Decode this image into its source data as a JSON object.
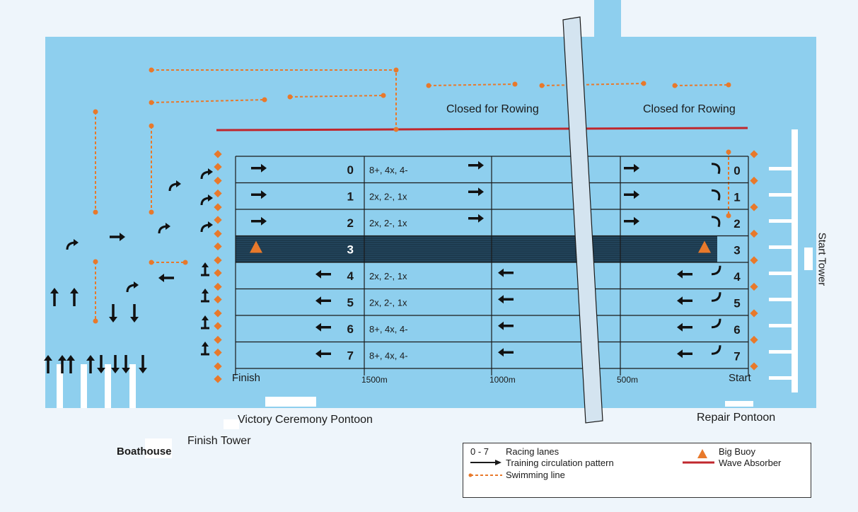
{
  "colors": {
    "sky": "#eef5fb",
    "water": "#8ecfee",
    "lane_grid": "#1a1a1a",
    "closed_lane": "#1d3a4e",
    "wave_absorber": "#c0272d",
    "swim_line": "#e8792b",
    "buoy": "#e8792b",
    "bridge": "#d4e4f0",
    "pontoon": "#ffffff"
  },
  "closed_areas": [
    "Closed for Rowing",
    "Closed for Rowing"
  ],
  "lanes": [
    {
      "number": "0",
      "classes": "8+, 4x, 4-",
      "direction": "right",
      "closed": false
    },
    {
      "number": "1",
      "classes": "2x, 2-, 1x",
      "direction": "right",
      "closed": false
    },
    {
      "number": "2",
      "classes": "2x, 2-, 1x",
      "direction": "right",
      "closed": false
    },
    {
      "number": "3",
      "classes": "",
      "direction": "none",
      "closed": true
    },
    {
      "number": "4",
      "classes": "2x, 2-, 1x",
      "direction": "left",
      "closed": false
    },
    {
      "number": "5",
      "classes": "2x, 2-, 1x",
      "direction": "left",
      "closed": false
    },
    {
      "number": "6",
      "classes": "8+, 4x, 4-",
      "direction": "left",
      "closed": false
    },
    {
      "number": "7",
      "classes": "8+, 4x, 4-",
      "direction": "left",
      "closed": false
    }
  ],
  "distance_marks": {
    "finish": "Finish",
    "m1500": "1500m",
    "m1000": "1000m",
    "m500": "500m",
    "start": "Start"
  },
  "places": {
    "start_tower": "Start Tower",
    "repair_pontoon": "Repair Pontoon",
    "victory_pontoon": "Victory Ceremony Pontoon",
    "finish_tower": "Finish Tower",
    "boathouse": "Boathouse"
  },
  "legend": {
    "racing_lanes_key": "0 - 7",
    "racing_lanes": "Racing lanes",
    "training": "Training circulation pattern",
    "swimming": "Swimming line",
    "buoy": "Big Buoy",
    "wave": "Wave Absorber"
  }
}
